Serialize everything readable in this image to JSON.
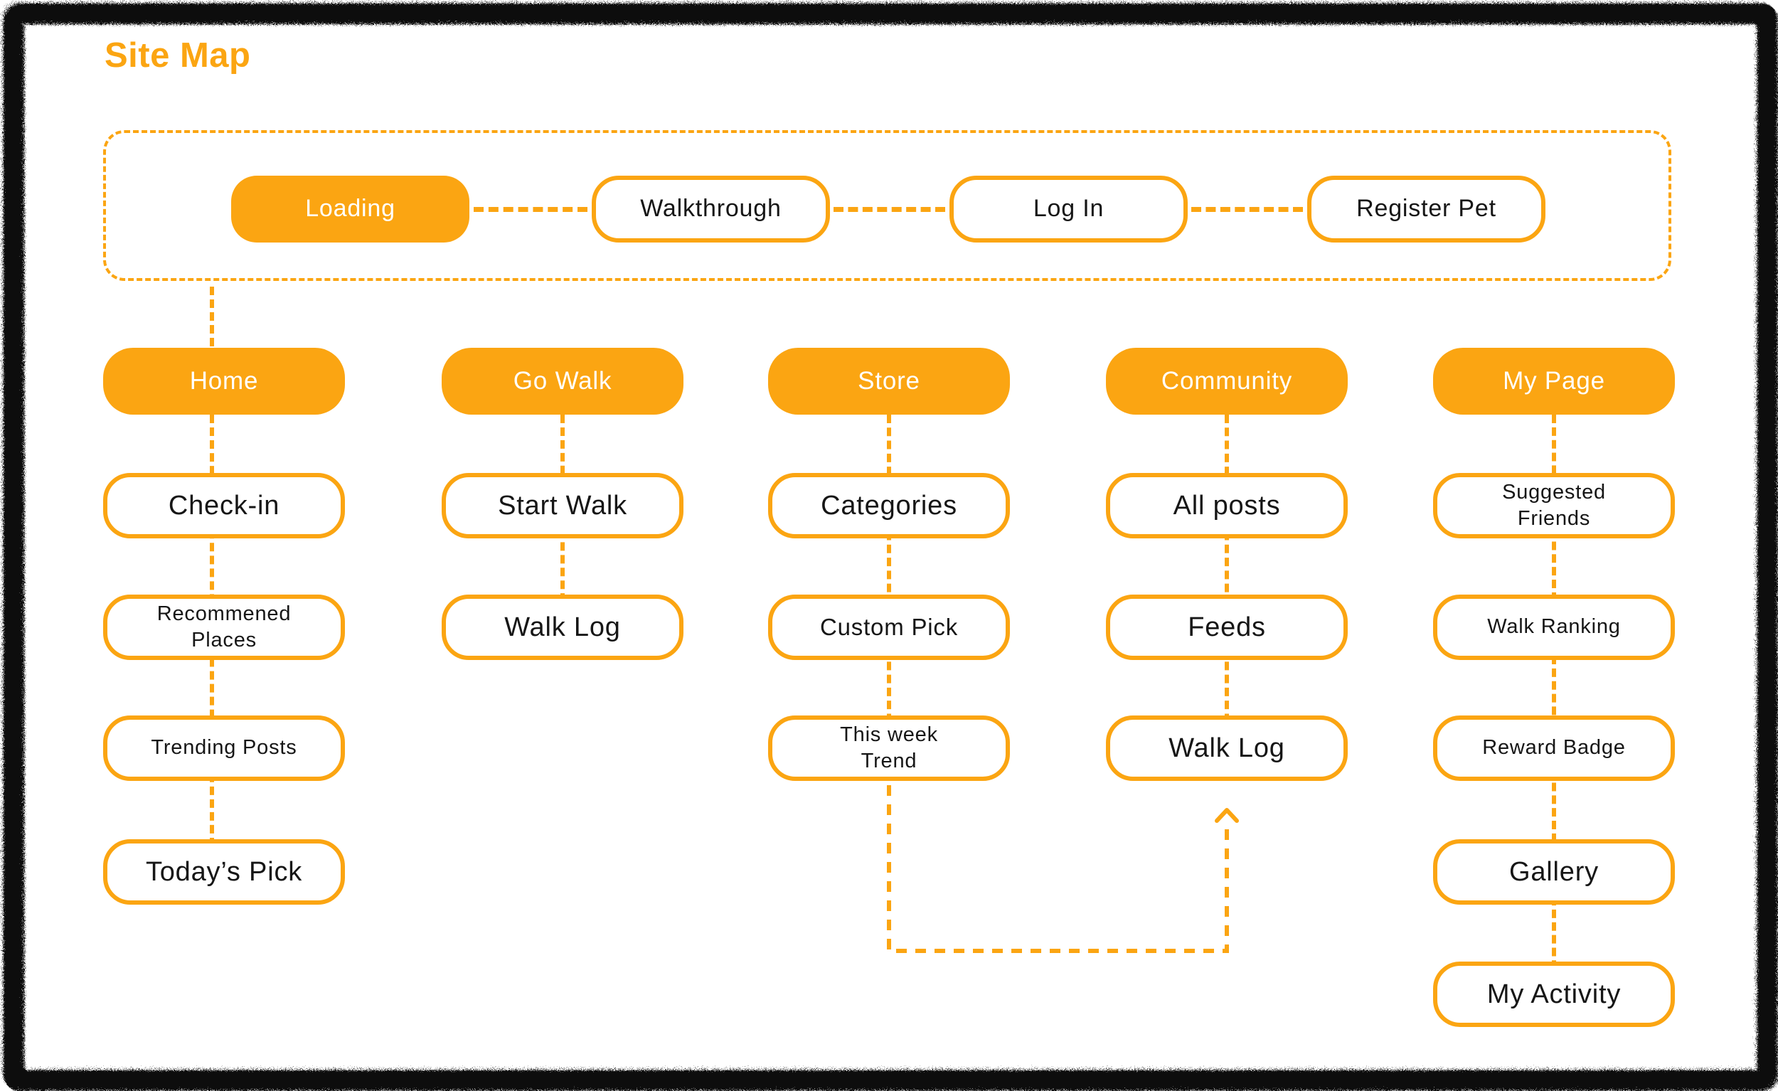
{
  "accent_color": "#FBA512",
  "title": "Site Map",
  "top_flow": {
    "items": [
      {
        "label": "Loading",
        "state": "active"
      },
      {
        "label": "Walkthrough",
        "state": "default"
      },
      {
        "label": "Log In",
        "state": "default"
      },
      {
        "label": "Register Pet",
        "state": "default"
      }
    ]
  },
  "columns": [
    {
      "header": "Home",
      "items": [
        {
          "label": "Check-in"
        },
        {
          "label": "Recommened\nPlaces"
        },
        {
          "label": "Trending Posts"
        },
        {
          "label": "Today’s Pick"
        }
      ]
    },
    {
      "header": "Go Walk",
      "items": [
        {
          "label": "Start Walk"
        },
        {
          "label": "Walk Log"
        }
      ]
    },
    {
      "header": "Store",
      "items": [
        {
          "label": "Categories"
        },
        {
          "label": "Custom Pick"
        },
        {
          "label": "This week\nTrend"
        }
      ]
    },
    {
      "header": "Community",
      "items": [
        {
          "label": "All posts"
        },
        {
          "label": "Feeds"
        },
        {
          "label": "Walk Log"
        }
      ]
    },
    {
      "header": "My Page",
      "items": [
        {
          "label": "Suggested\nFriends"
        },
        {
          "label": "Walk Ranking"
        },
        {
          "label": "Reward Badge"
        },
        {
          "label": "Gallery"
        },
        {
          "label": "My Activity"
        }
      ]
    }
  ],
  "cross_link": {
    "from": "This week Trend (Store)",
    "to": "Walk Log (Community)",
    "style": "dashed elbow with up arrow"
  }
}
